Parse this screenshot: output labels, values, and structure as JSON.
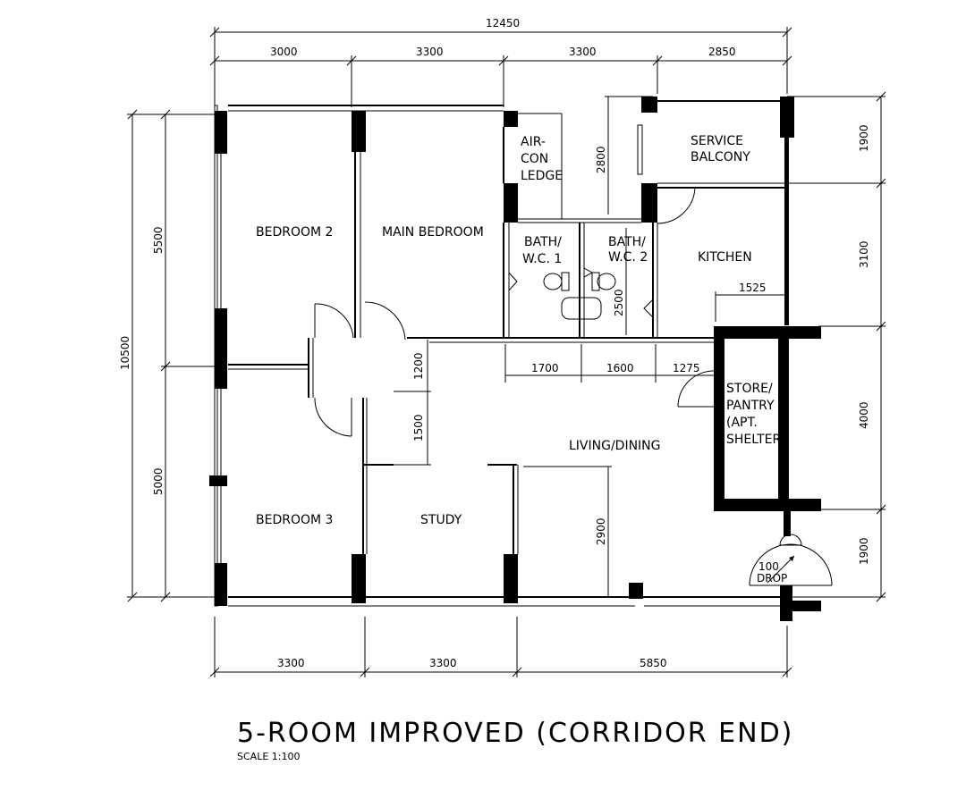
{
  "title": "5-ROOM IMPROVED (CORRIDOR END)",
  "scale_label": "SCALE   1:100",
  "rooms": {
    "bedroom2": "BEDROOM 2",
    "main_bedroom": "MAIN BEDROOM",
    "aircon_ledge": [
      "AIR-",
      "CON",
      "LEDGE"
    ],
    "bath1": [
      "BATH/",
      "W.C. 1"
    ],
    "bath2": [
      "BATH/",
      "W.C. 2"
    ],
    "service_balcony": [
      "SERVICE",
      "BALCONY"
    ],
    "kitchen": "KITCHEN",
    "store": [
      "STORE/",
      "PANTRY",
      "(APT.",
      "SHELTER)"
    ],
    "living_dining": "LIVING/DINING",
    "bedroom3": "BEDROOM 3",
    "study": "STUDY",
    "drop": [
      "100",
      "DROP"
    ]
  },
  "dimensions": {
    "overall_top": "12450",
    "top": [
      "3000",
      "3300",
      "3300",
      "2850"
    ],
    "bottom": [
      "3300",
      "3300",
      "5850"
    ],
    "left_overall": "10500",
    "left": [
      "5500",
      "5000"
    ],
    "right": [
      "1900",
      "3100",
      "4000",
      "1900"
    ],
    "interior": {
      "d2800": "2800",
      "d2500": "2500",
      "d1525": "1525",
      "d1700": "1700",
      "d1600": "1600",
      "d1275": "1275",
      "d1200": "1200",
      "d1500": "1500",
      "d2900": "2900"
    }
  }
}
